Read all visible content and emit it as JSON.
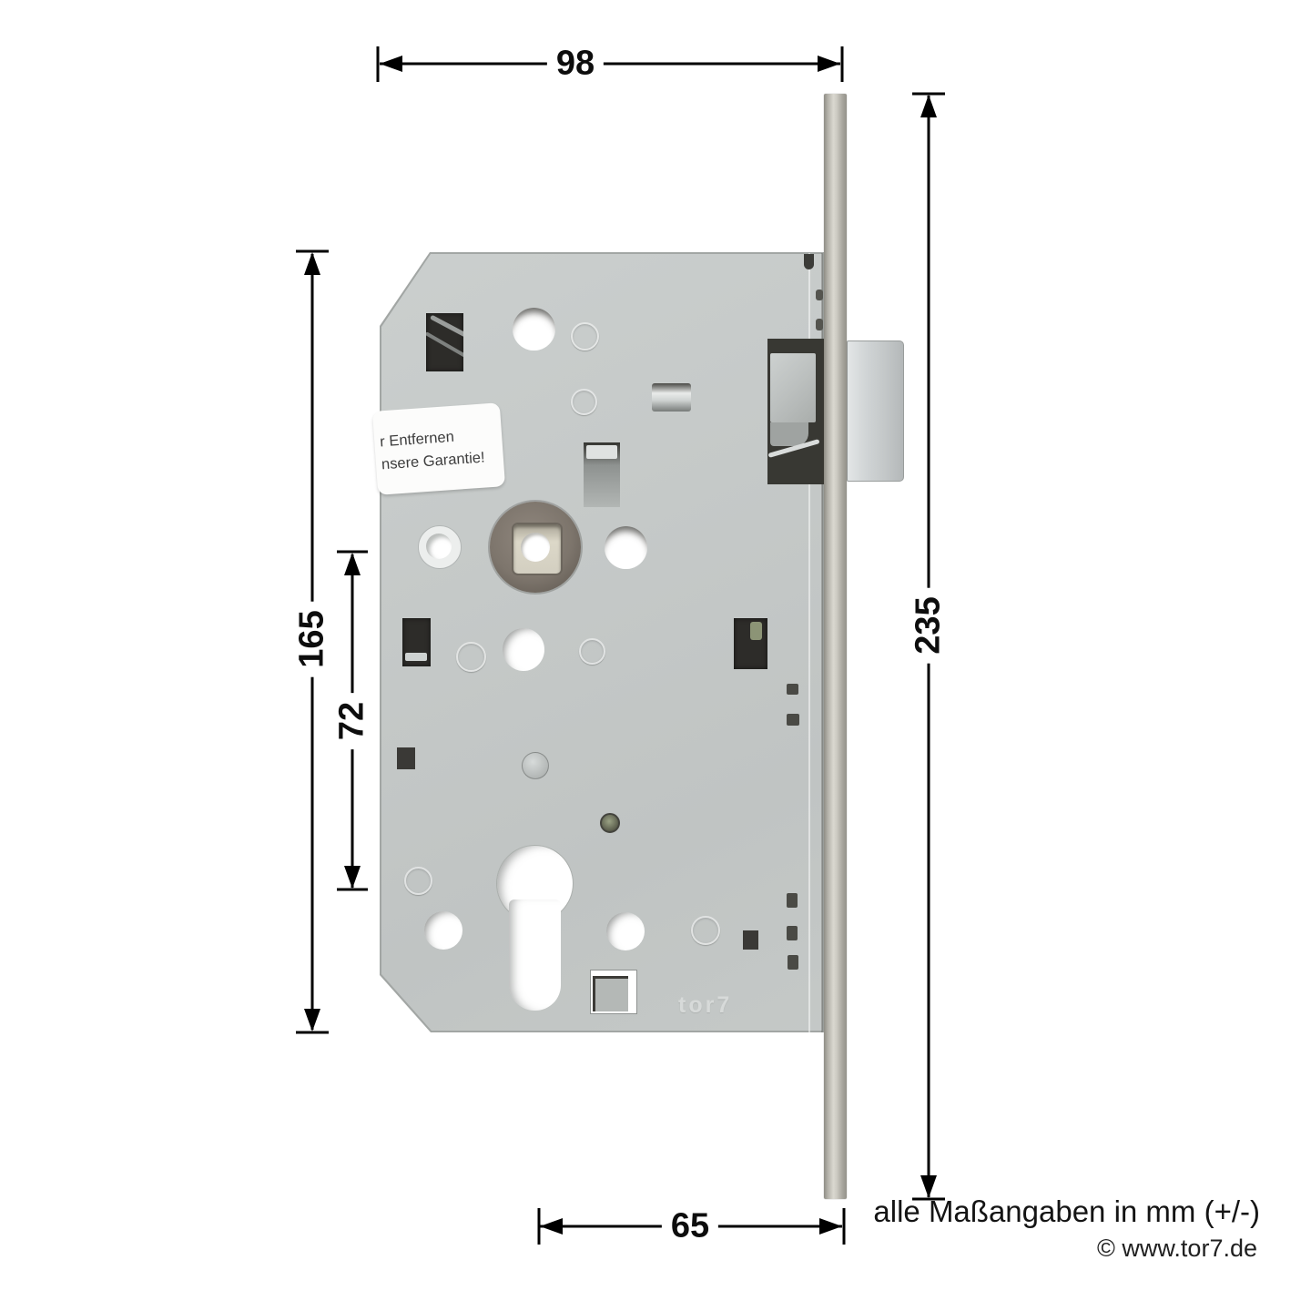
{
  "dimensions": {
    "lock_width": "98",
    "case_height": "165",
    "axis_distance": "72",
    "faceplate_length": "235",
    "backset": "65"
  },
  "sticker": {
    "line1": "r Entfernen",
    "line2": "nsere Garantie!"
  },
  "watermark": "tor7",
  "footer": {
    "units_note": "alle Maßangaben in mm (+/-)",
    "copyright": "© www.tor7.de"
  },
  "colors": {
    "dimension_lines": "#000000",
    "case_metal": "#c8cccb",
    "faceplate_metal": "#c9c7bf",
    "follower_bronze": "#7d756c"
  }
}
